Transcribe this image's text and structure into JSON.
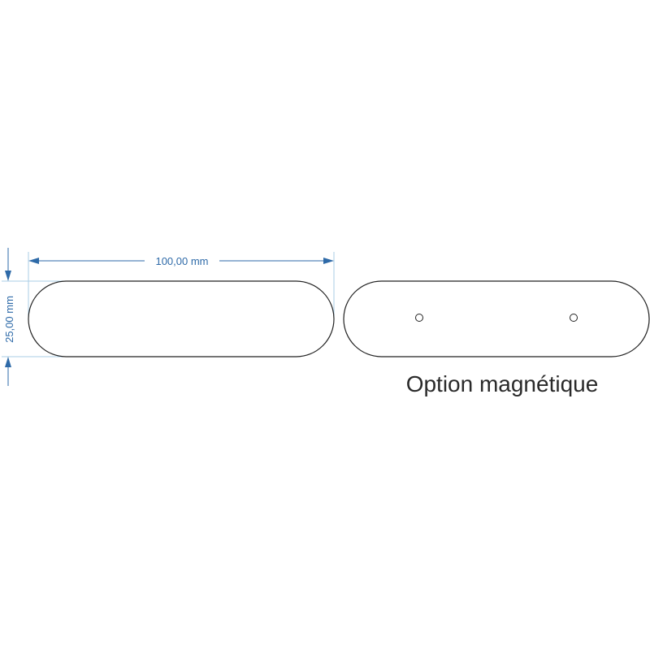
{
  "dimensions": {
    "width_label": "100,00 mm",
    "height_label": "25,00 mm"
  },
  "caption": {
    "text": "Option magnétique"
  },
  "colors": {
    "dimension": "#2e6aa8",
    "extension_line": "#a9cde6",
    "outline": "#222222",
    "caption": "#2a2a2a"
  }
}
